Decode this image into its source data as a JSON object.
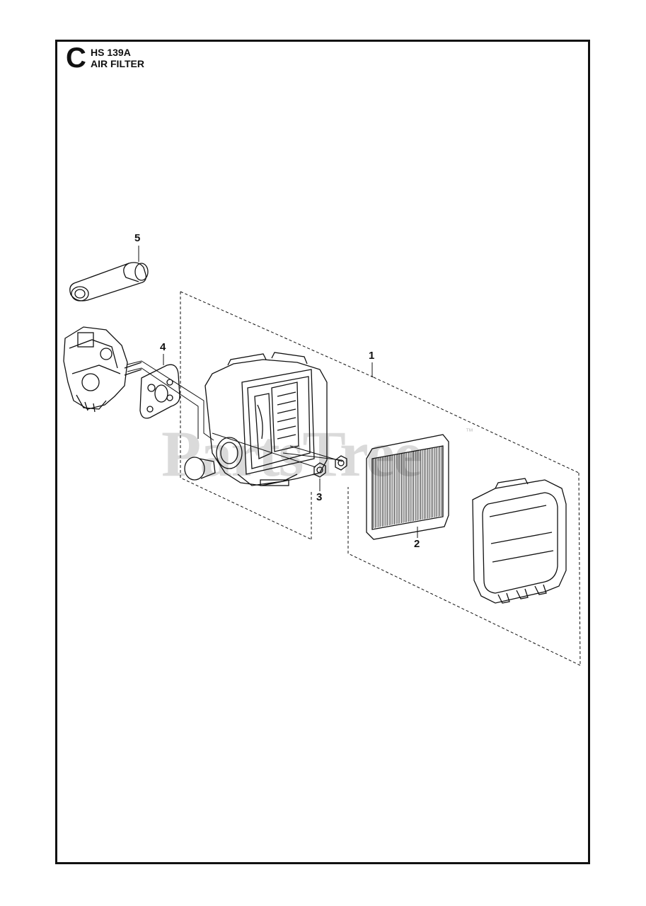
{
  "header": {
    "section_letter": "C",
    "model": "HS 139A",
    "title": "AIR FILTER"
  },
  "callouts": [
    {
      "number": "1"
    },
    {
      "number": "2"
    },
    {
      "number": "3"
    },
    {
      "number": "4"
    },
    {
      "number": "5"
    }
  ],
  "watermark": {
    "text": "PartsTree",
    "trademark": "™"
  },
  "colors": {
    "line": "#111111",
    "watermark": "#969696"
  }
}
